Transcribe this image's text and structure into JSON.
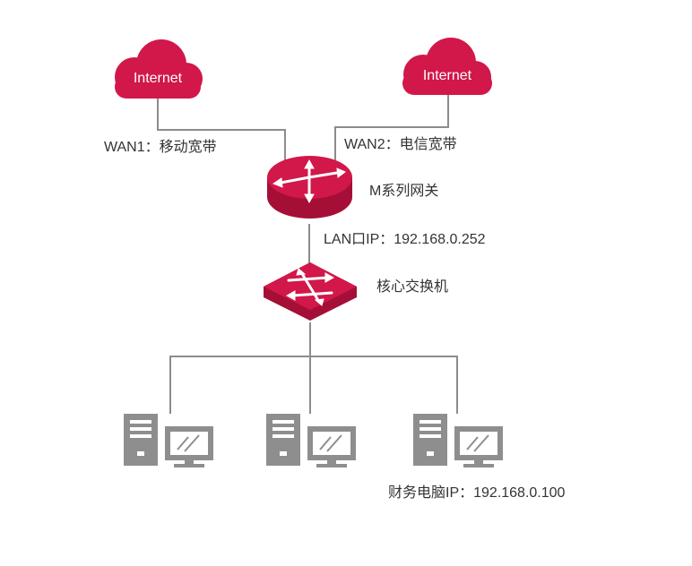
{
  "clouds": [
    {
      "label": "Internet"
    },
    {
      "label": "Internet"
    }
  ],
  "wan_labels": {
    "wan1": "WAN1：移动宽带",
    "wan2": "WAN2：电信宽带"
  },
  "gateway": {
    "label": "M系列网关"
  },
  "lan_ip": "LAN口IP：192.168.0.252",
  "core_switch": {
    "label": "核心交换机"
  },
  "pc_note": "财务电脑IP：192.168.0.100",
  "colors": {
    "accent": "#d2174a",
    "accent_dark": "#a50f37",
    "line": "#8c8c8c",
    "pc_gray": "#8e8e8e"
  }
}
